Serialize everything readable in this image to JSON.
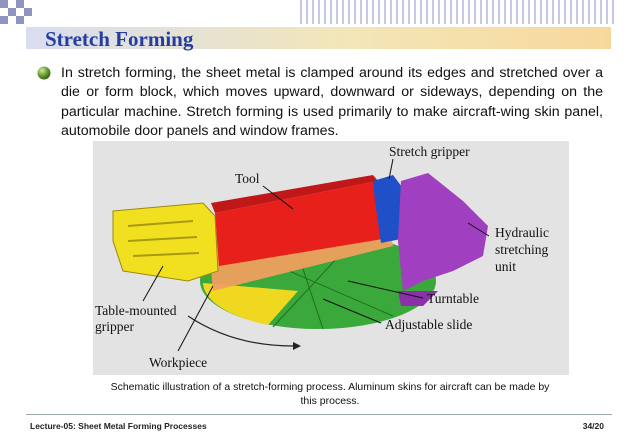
{
  "slide": {
    "title": "Stretch Forming",
    "bullet": "In stretch forming, the sheet metal is clamped around its edges and stretched over a die or form block, which moves upward, downward or sideways, depending on the particular machine. Stretch forming is used primarily to make aircraft-wing skin panel, automobile door panels and window frames.",
    "figure_labels": {
      "tool": "Tool",
      "stretch_gripper": "Stretch gripper",
      "hydraulic_1": "Hydraulic",
      "hydraulic_2": "stretching",
      "hydraulic_3": "unit",
      "table_gripper_1": "Table-mounted",
      "table_gripper_2": "gripper",
      "turntable": "Turntable",
      "adjustable_slide": "Adjustable slide",
      "workpiece": "Workpiece"
    },
    "caption": "Schematic illustration of a stretch-forming process. Aluminum skins for aircraft can be made by this process.",
    "footer_left": "Lecture-05: Sheet Metal Forming Processes",
    "footer_right": "34/20"
  },
  "colors": {
    "title": "#243ea0",
    "tool": "#e8201c",
    "turntable": "#3aa83a",
    "workpiece": "#f4a060",
    "gripper_table": "#f0e020",
    "gripper_stretch": "#2050c8",
    "hydraulic": "#a040c0"
  }
}
